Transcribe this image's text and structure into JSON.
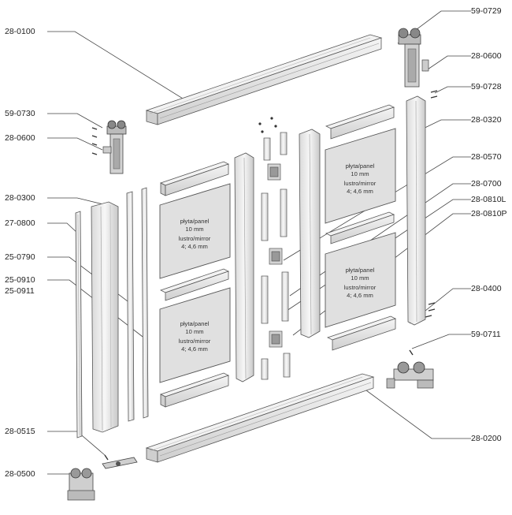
{
  "codes": {
    "c_28_0100": "28-0100",
    "c_59_0729": "59-0729",
    "c_28_0600_r": "28-0600",
    "c_59_0728": "59-0728",
    "c_59_0730": "59-0730",
    "c_28_0600_l": "28-0600",
    "c_28_0320": "28-0320",
    "c_28_0570": "28-0570",
    "c_28_0300": "28-0300",
    "c_28_0700": "28-0700",
    "c_28_0810L": "28-0810L",
    "c_27_0800": "27-0800",
    "c_28_0810P": "28-0810P",
    "c_25_0790": "25-0790",
    "c_25_0910": "25-0910",
    "c_25_0911": "25-0911",
    "c_28_0400": "28-0400",
    "c_59_0711": "59-0711",
    "c_28_0515": "28-0515",
    "c_28_0200": "28-0200",
    "c_28_0500": "28-0500"
  },
  "panel_text": {
    "line1": "płyta/panel",
    "line2": "10 mm",
    "line3": "lustro/mirror",
    "line4": "4; 4,6 mm"
  }
}
